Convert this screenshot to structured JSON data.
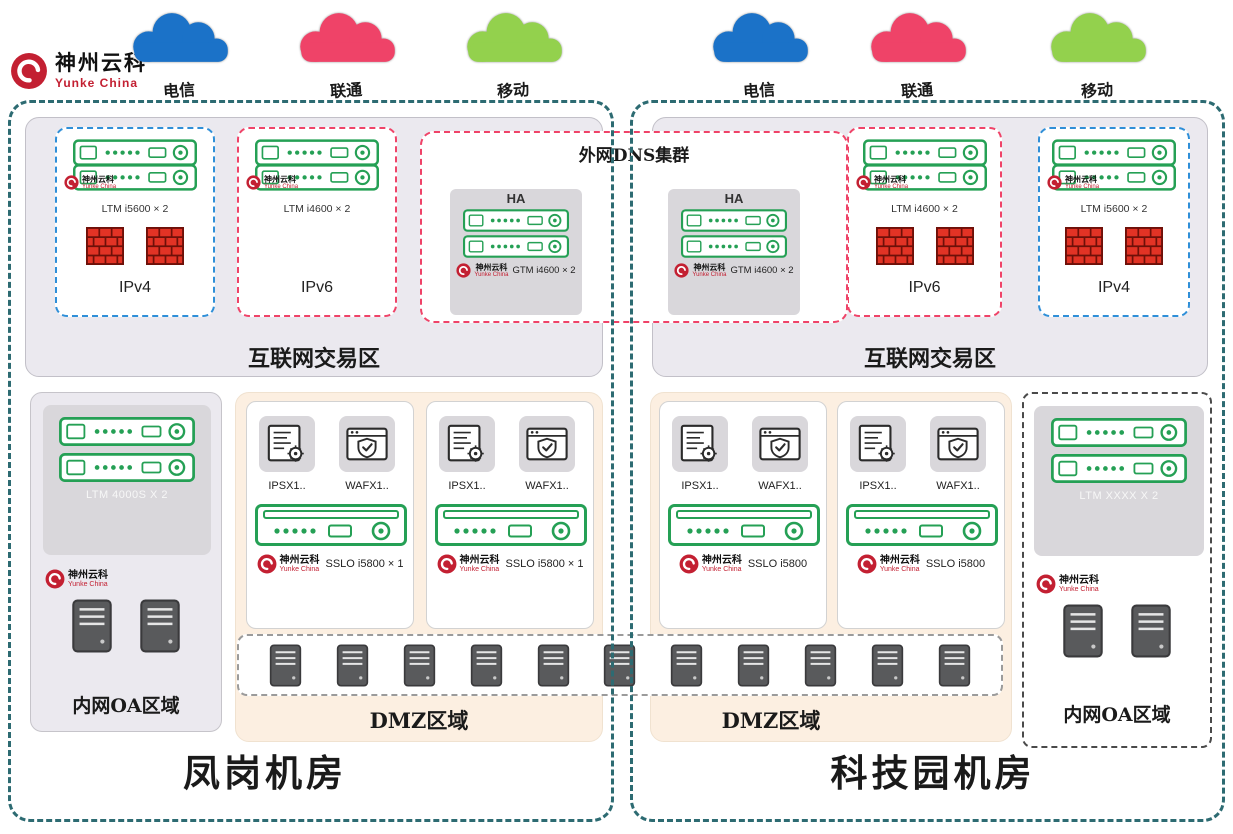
{
  "logo": {
    "title": "神州云科",
    "subtitle": "Yunke China"
  },
  "clouds": [
    {
      "label": "电信",
      "color": "#1b72c8"
    },
    {
      "label": "联通",
      "color": "#ef4368"
    },
    {
      "label": "移动",
      "color": "#93d14d"
    },
    {
      "label": "电信",
      "color": "#1b72c8"
    },
    {
      "label": "联通",
      "color": "#ef4368"
    },
    {
      "label": "移动",
      "color": "#93d14d"
    }
  ],
  "rooms": [
    {
      "name": "凤岗机房"
    },
    {
      "name": "科技园机房"
    }
  ],
  "trade_zones": [
    {
      "label": "互联网交易区"
    },
    {
      "label": "互联网交易区"
    }
  ],
  "ip_boxes": [
    {
      "device": "LTM i5600 × 2",
      "label": "IPv4",
      "firewall_count": 2,
      "border_color": "#2f8fd8"
    },
    {
      "device": "LTM i4600 × 2",
      "label": "IPv6",
      "firewall_count": 0,
      "border_color": "#ef4368"
    },
    {
      "device": "LTM i4600 × 2",
      "label": "IPv6",
      "firewall_count": 2,
      "border_color": "#ef4368"
    },
    {
      "device": "LTM i5600 × 2",
      "label": "IPv4",
      "firewall_count": 2,
      "border_color": "#2f8fd8"
    }
  ],
  "dns_cluster": {
    "title": "外网DNS集群",
    "ha_groups": [
      {
        "label": "HA",
        "device": "GTM i4600 × 2"
      },
      {
        "label": "HA",
        "device": "GTM i4600 × 2"
      }
    ]
  },
  "oa_zones": [
    {
      "device": "LTM 4000S X 2",
      "label": "内网OA区域",
      "server_count": 2
    },
    {
      "device": "LTM XXXX X 2",
      "label": "内网OA区域",
      "server_count": 2
    }
  ],
  "dmz_zones": [
    {
      "label": "DMZ区域",
      "stacks": [
        {
          "ips_label": "IPSX1..",
          "waf_label": "WAFX1..",
          "sslo_label": "SSLO i5800 × 1"
        },
        {
          "ips_label": "IPSX1..",
          "waf_label": "WAFX1..",
          "sslo_label": "SSLO i5800 × 1"
        }
      ]
    },
    {
      "label": "DMZ区域",
      "stacks": [
        {
          "ips_label": "IPSX1..",
          "waf_label": "WAFX1..",
          "sslo_label": "SSLO i5800"
        },
        {
          "ips_label": "IPSX1..",
          "waf_label": "WAFX1..",
          "sslo_label": "SSLO i5800"
        }
      ]
    }
  ],
  "server_strip": {
    "server_count": 11
  },
  "colors": {
    "outer_border": "#2d6b72",
    "trade_zone_fill": "#ebe9ef",
    "dmz_fill": "#fcefe1",
    "panel_gray": "#d9d7db",
    "device_green": "#25a055",
    "firewall_red": "#e23325",
    "logo_red": "#c32032",
    "ipv4_border": "#2f8fd8",
    "ipv6_border": "#ef4368"
  }
}
